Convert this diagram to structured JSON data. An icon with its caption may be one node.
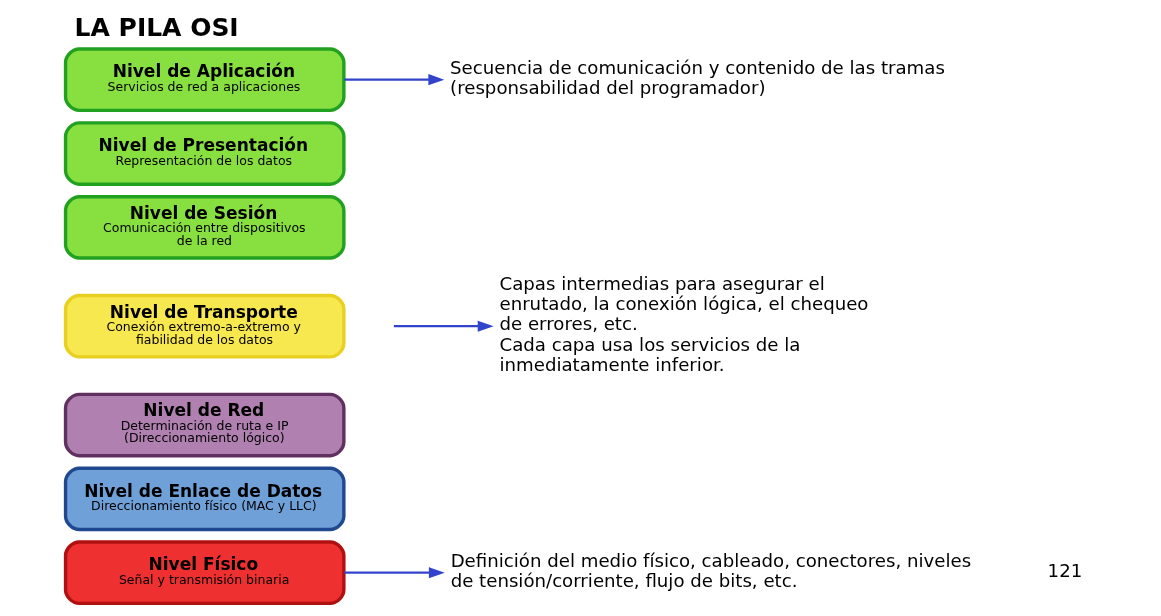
{
  "diagram": {
    "title": "LA PILA OSI",
    "nodes": [
      {
        "text": [
          "Nivel de Aplicación",
          "Servicios de red a aplicaciones"
        ]
      },
      {
        "text": [
          "Nivel de Presentación",
          "Representación de los datos"
        ]
      },
      {
        "text": [
          "Nivel de Sesión",
          "Comunicación entre dispositivos de la red"
        ]
      },
      {
        "text": [
          "Nivel de Transporte",
          "Conexión extremo-a-extremo y fiabilidad de los datos"
        ]
      },
      {
        "text": [
          "Nivel de Red",
          "Determinación de ruta e IP (Direccionamiento lógico)"
        ]
      },
      {
        "text": [
          "Nivel de Enlace de Datos",
          "Direccionamiento físico (MAC y LLC)"
        ]
      },
      {
        "text": [
          "Nivel Físico",
          "Señal y transmisión binaria"
        ]
      },
      {
        "text": [
          "Secuencia de comunicación y contenido de las tramas (responsabilidad del programador)"
        ]
      },
      {
        "text": [
          "Capas intermedias para asegurar el enrutado, la conexión lógica, el chequeo de errores, etc.",
          "Cada capa usa los servicios de la inmediatamente inferior."
        ]
      },
      {
        "text": [
          "Definición del medio físico, cableado, conectores, niveles de tensión/corriente, flujo de bits, etc."
        ]
      }
    ],
    "edges": [
      {
        "from": 0,
        "to": 7,
        "arrow": "to"
      },
      {
        "from": null,
        "to": 8,
        "arrow": "to"
      },
      {
        "from": 6,
        "to": 9,
        "arrow": "to"
      }
    ],
    "labels": [
      "121"
    ]
  }
}
